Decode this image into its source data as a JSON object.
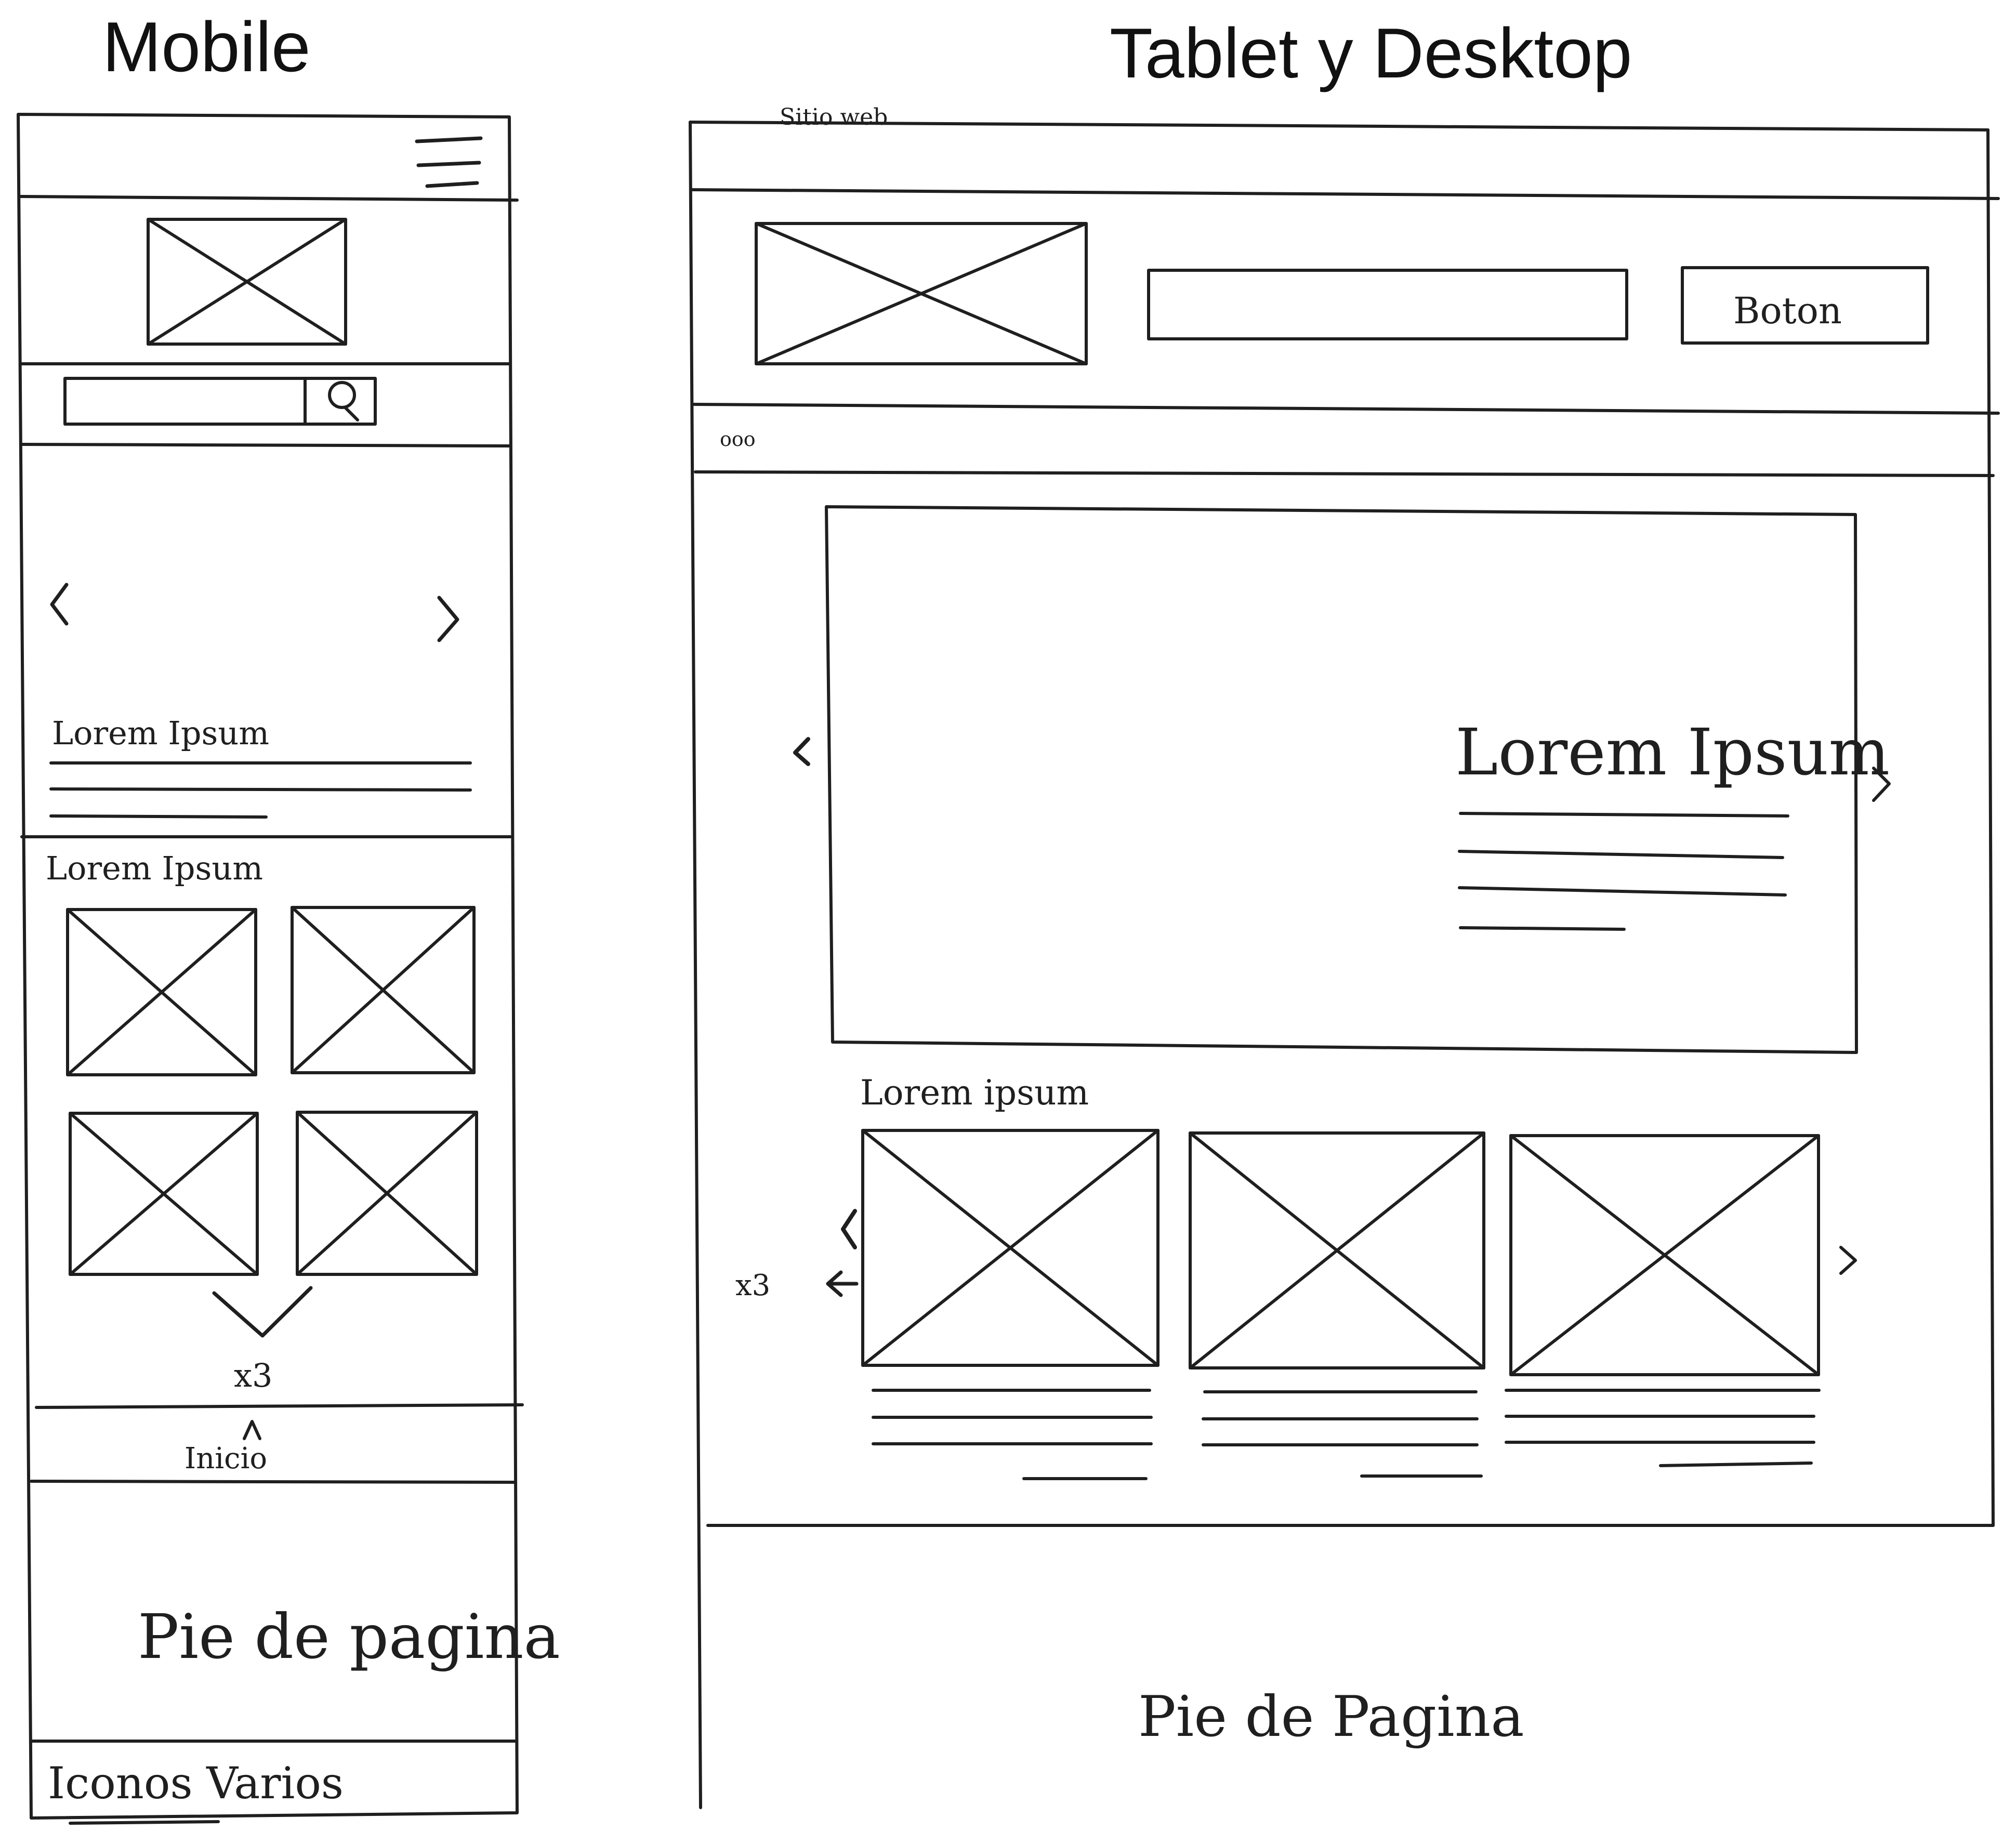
{
  "headings": {
    "mobile": "Mobile",
    "desktop": "Tablet y Desktop"
  },
  "mobile": {
    "slider_title": "Lorem Ipsum",
    "section_title": "Lorem Ipsum",
    "repeat_note": "x3",
    "back_to_top": "Inicio",
    "footer": "Pie de pagina",
    "footer_icons": "Iconos Varios",
    "icons": [
      "hamburger-menu-icon",
      "search-icon",
      "chevron-left-icon",
      "chevron-right-icon",
      "chevron-down-icon",
      "caret-up-icon"
    ]
  },
  "desktop": {
    "top_bar_fragment": "Sitio web",
    "button": "Boton",
    "breadcrumb": "ooo",
    "slider_title": "Lorem Ipsum",
    "section_title": "Lorem ipsum",
    "repeat_note": "x3",
    "footer": "Pie de Pagina",
    "icons": [
      "chevron-left-icon",
      "chevron-right-icon",
      "arrow-left-icon"
    ]
  },
  "colors": {
    "ink": "#1f1f1f",
    "paper": "#ffffff"
  }
}
